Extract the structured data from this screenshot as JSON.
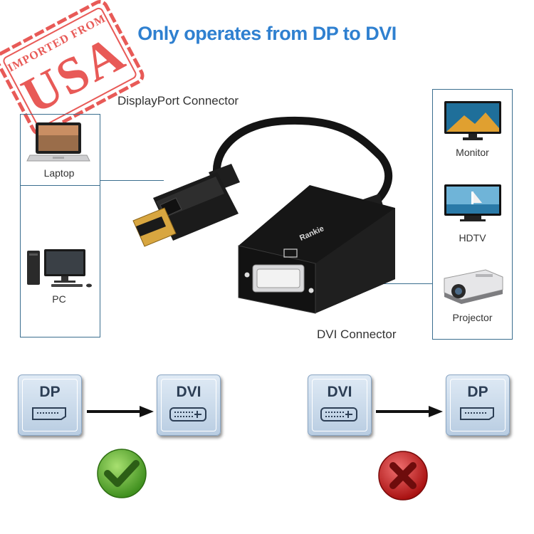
{
  "headline": {
    "text": "Only operates from DP to DVI",
    "color": "#2f80d0"
  },
  "stamp": {
    "line1": "IMPORTED FROM",
    "line2": "USA",
    "color": "#e85a57"
  },
  "connectors": {
    "displayport_label": "DisplayPort Connector",
    "dvi_label": "DVI Connector"
  },
  "adapter": {
    "brand": "Rankie"
  },
  "left_panel": {
    "devices": [
      {
        "label": "Laptop",
        "icon": "laptop-icon"
      },
      {
        "label": "PC",
        "icon": "desktop-pc-icon"
      }
    ]
  },
  "right_panel": {
    "devices": [
      {
        "label": "Monitor",
        "icon": "monitor-icon"
      },
      {
        "label": "HDTV",
        "icon": "tv-icon"
      },
      {
        "label": "Projector",
        "icon": "projector-icon"
      }
    ]
  },
  "flows": [
    {
      "from": "DP",
      "to": "DVI",
      "result": "check-icon",
      "color": "#4a9a2a"
    },
    {
      "from": "DVI",
      "to": "DP",
      "result": "cross-icon",
      "color": "#c01818"
    }
  ]
}
